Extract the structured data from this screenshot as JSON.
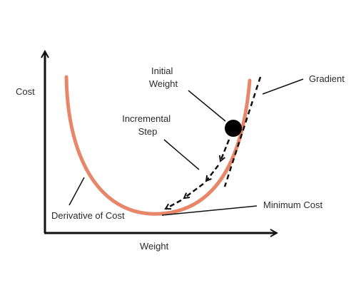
{
  "axes": {
    "y_label": "Cost",
    "x_label": "Weight"
  },
  "annotations": {
    "initial_weight": [
      "Initial",
      "Weight"
    ],
    "gradient": "Gradient",
    "incremental_step": [
      "Incremental",
      "Step"
    ],
    "minimum_cost": "Minimum Cost",
    "derivative_of_cost": "Derivative of Cost"
  },
  "colors": {
    "curve": "#e8866a",
    "ink": "#111111",
    "text": "#2b2b2b"
  }
}
